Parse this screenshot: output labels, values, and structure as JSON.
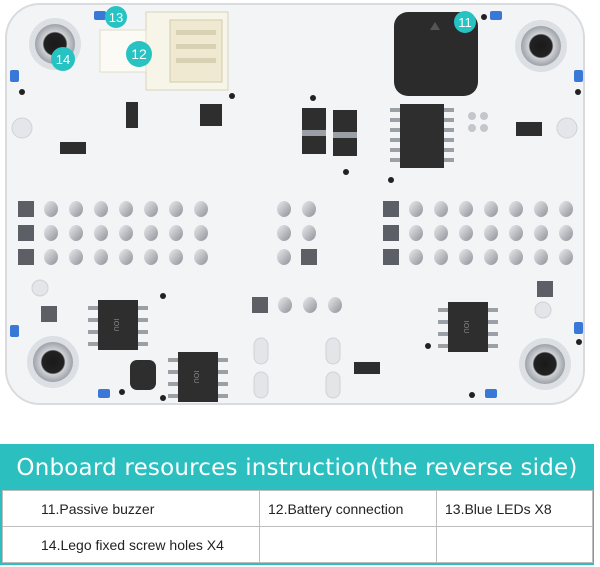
{
  "board": {
    "callouts": [
      {
        "id": "callout-11",
        "text": "11"
      },
      {
        "id": "callout-12",
        "text": "12"
      },
      {
        "id": "callout-13",
        "text": "13"
      },
      {
        "id": "callout-14",
        "text": "14"
      }
    ],
    "chip_markings": [
      "IOU",
      "IOU",
      "IOU"
    ],
    "colors": {
      "board": "#f3f4f6",
      "callout": "#27c3c3",
      "led": "#3a78d8",
      "chip": "#2e2e2e",
      "pad": "#b8bcc2"
    }
  },
  "table": {
    "title": "Onboard resources instruction(the reverse side)",
    "rows": [
      [
        "11.Passive buzzer",
        "12.Battery connection",
        "13.Blue LEDs X8"
      ],
      [
        "14.Lego fixed screw holes X4",
        "",
        ""
      ]
    ],
    "accent": "#2bbfbf"
  }
}
